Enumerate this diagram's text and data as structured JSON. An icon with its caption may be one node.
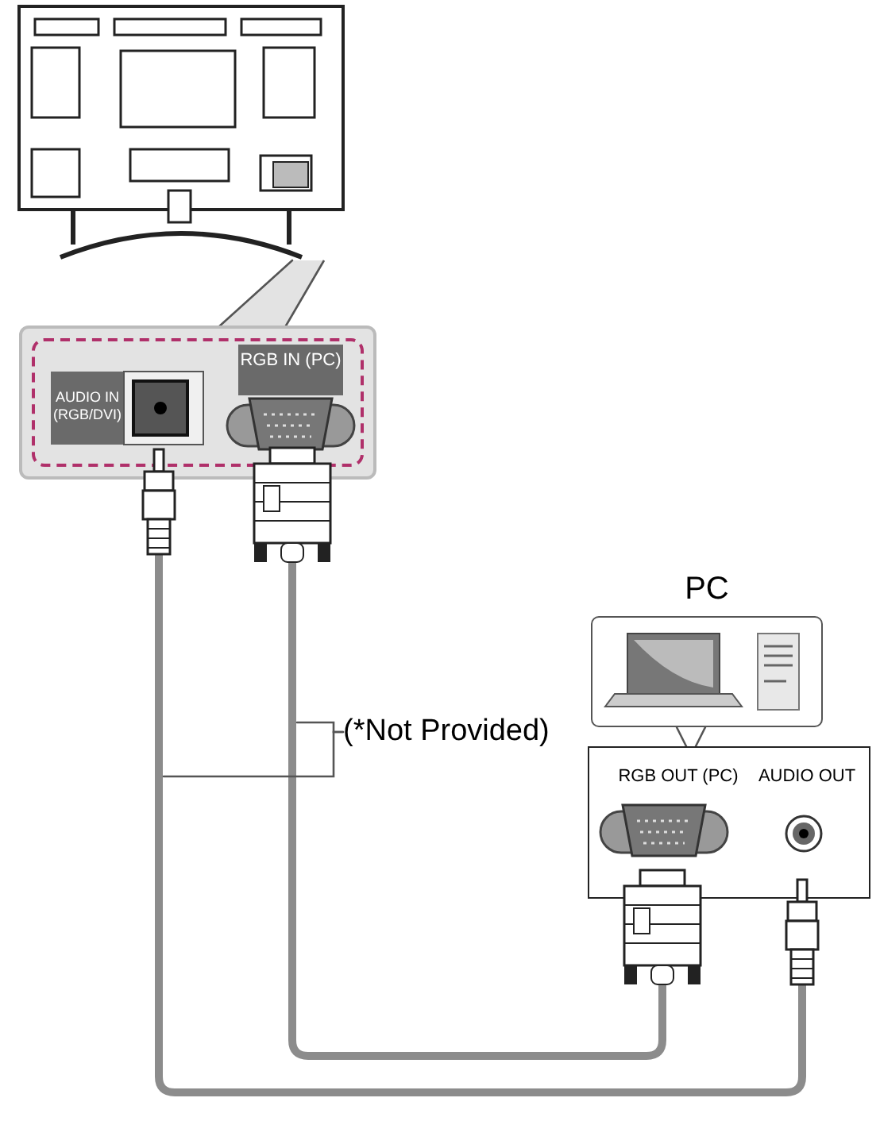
{
  "diagram": {
    "nodes": [
      {
        "text": [],
        "shape": "picture"
      },
      {
        "text": [],
        "shape": "box"
      },
      {
        "text": [
          "AUDIO IN (RGB/DVI)"
        ],
        "in": 1
      },
      {
        "text": [
          "RGB IN (PC)"
        ],
        "in": 1
      },
      {
        "text": [
          "PC"
        ]
      },
      {
        "text": [],
        "shape": "box"
      },
      {
        "text": [
          "RGB OUT (PC)"
        ],
        "in": 5
      },
      {
        "text": [
          "AUDIO OUT"
        ],
        "in": 5
      },
      {
        "text": [
          "(*Not Provided)"
        ]
      }
    ],
    "edges": [
      {
        "from": 1,
        "to": 0,
        "arrow": "none"
      },
      {
        "from": 4,
        "to": 5,
        "arrow": "none"
      },
      {
        "from": 3,
        "to": 6,
        "arrow": "none",
        "style": "thick"
      },
      {
        "from": 2,
        "to": 7,
        "arrow": "none",
        "style": "thick"
      },
      {
        "from": 8,
        "to": null,
        "arrow": "none"
      },
      {
        "from": 8,
        "to": null,
        "arrow": "none"
      }
    ]
  }
}
